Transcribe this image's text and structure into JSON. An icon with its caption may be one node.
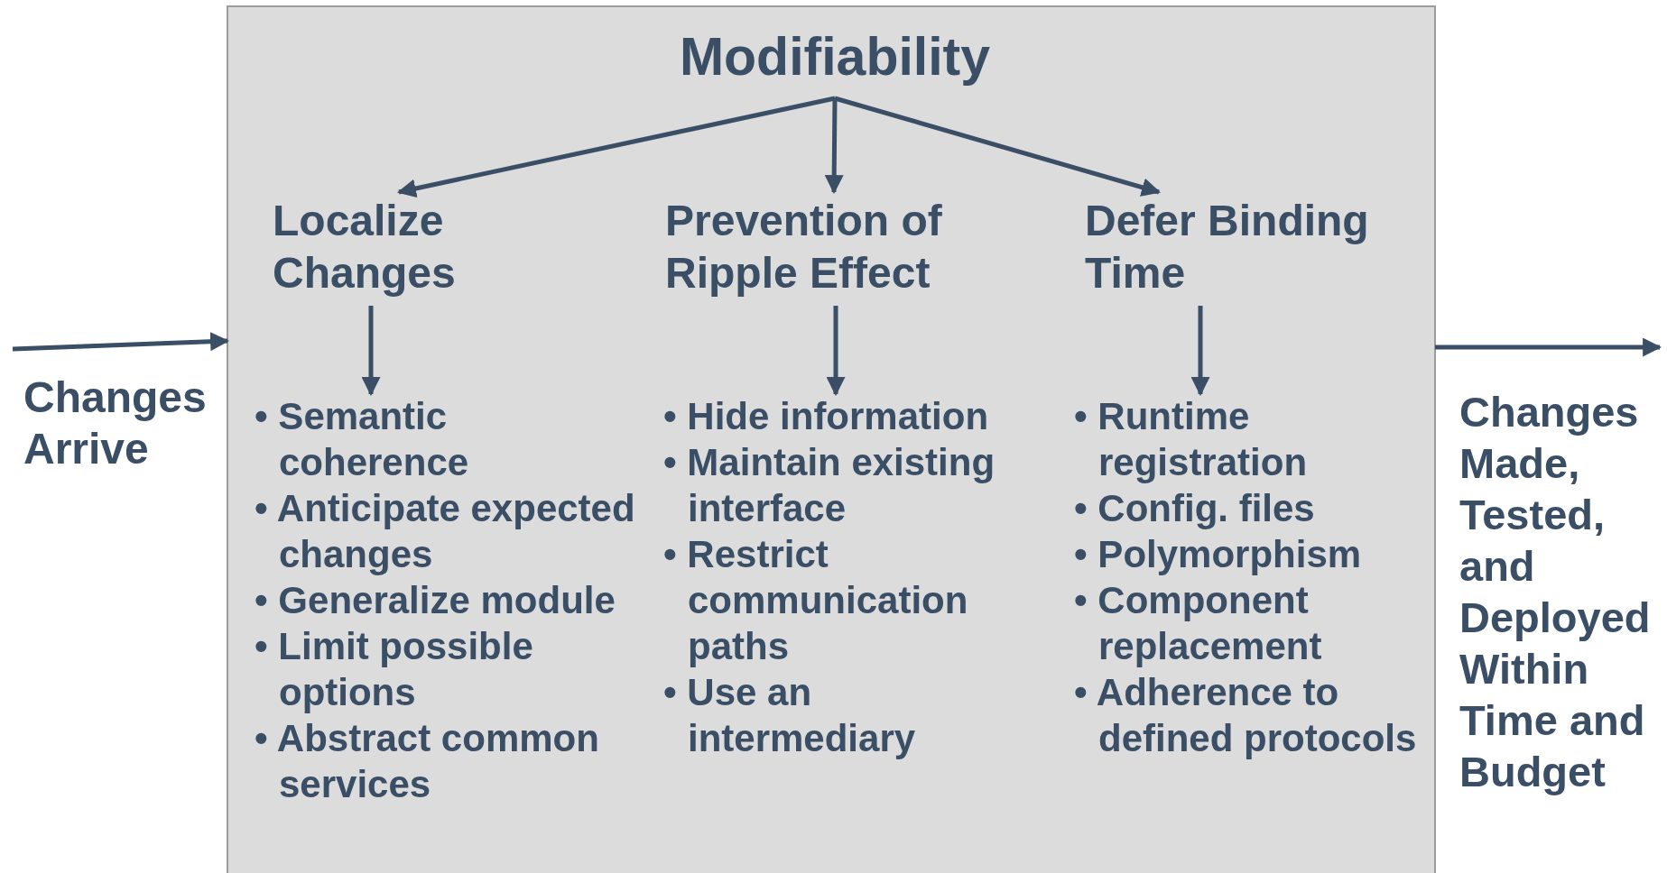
{
  "diagram": {
    "nodes": [
      {
        "text": [],
        "shape": "box"
      },
      {
        "text": [
          "Modifiability"
        ],
        "in": 0
      },
      {
        "text": [
          "Localize Changes"
        ],
        "in": 0
      },
      {
        "text": [
          "Prevention of Ripple Effect"
        ],
        "in": 0
      },
      {
        "text": [
          "Defer Binding Time"
        ],
        "in": 0
      },
      {
        "text": [
          "• Semantic coherence",
          "• Anticipate expected changes",
          "• Generalize module",
          "• Limit possible options",
          "• Abstract common services"
        ],
        "in": 0
      },
      {
        "text": [
          "• Hide information",
          "• Maintain existing interface",
          "• Restrict communication paths",
          "• Use an intermediary"
        ],
        "in": 0
      },
      {
        "text": [
          "• Runtime registration",
          "• Config. files",
          "• Polymorphism",
          "• Component replacement",
          "• Adherence to defined protocols"
        ],
        "in": 0
      },
      {
        "text": [
          "Changes Arrive"
        ]
      },
      {
        "text": [
          "Changes Made, Tested, and Deployed Within Time and Budget"
        ]
      }
    ],
    "edges": [
      {
        "from": 1,
        "to": 2,
        "arrow": "to"
      },
      {
        "from": 1,
        "to": 3,
        "arrow": "to"
      },
      {
        "from": 1,
        "to": 4,
        "arrow": "to"
      },
      {
        "from": 2,
        "to": 5,
        "arrow": "to"
      },
      {
        "from": 3,
        "to": 6,
        "arrow": "to"
      },
      {
        "from": 4,
        "to": 7,
        "arrow": "to"
      },
      {
        "from": 8,
        "to": 0,
        "arrow": "to"
      },
      {
        "from": 0,
        "to": 9,
        "arrow": "to"
      }
    ]
  }
}
